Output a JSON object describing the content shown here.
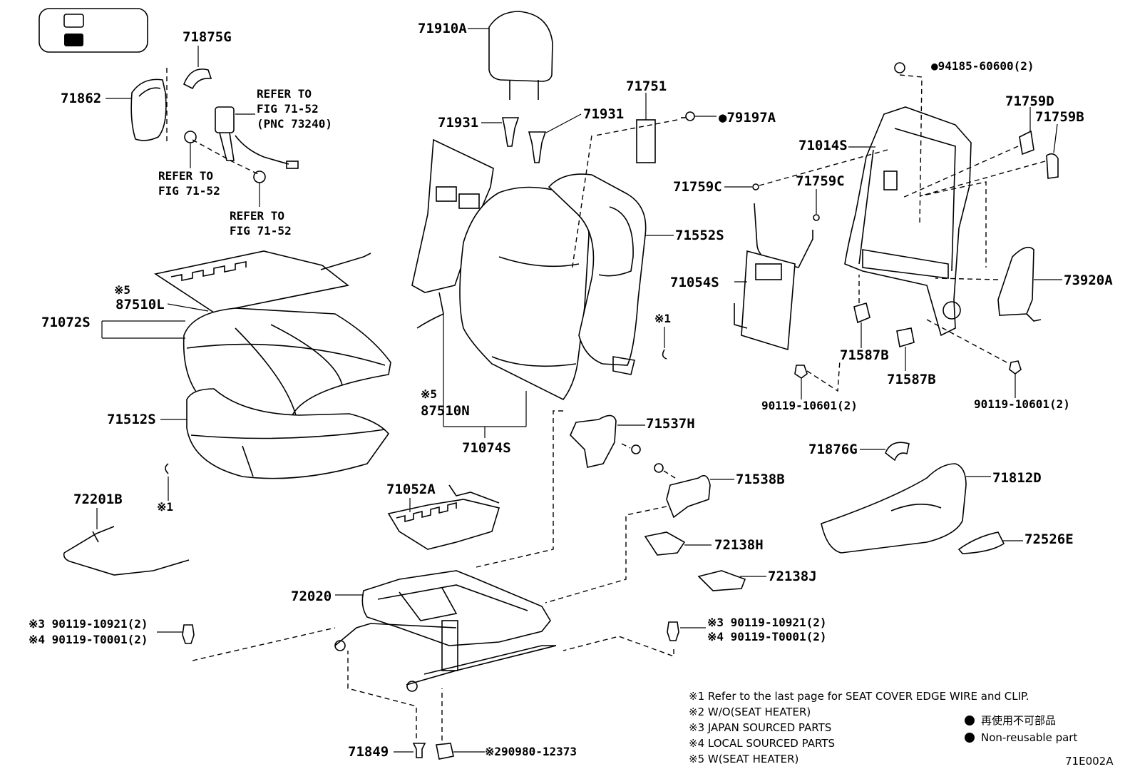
{
  "legend_box": {
    "items": [
      "",
      ""
    ]
  },
  "labels": {
    "p71875G": "71875G",
    "p71862": "71862",
    "refer1a": "REFER TO",
    "refer1b": "FIG 71-52",
    "refer1c": "(PNC 73240)",
    "refer2a": "REFER TO",
    "refer2b": "FIG 71-52",
    "refer3a": "REFER TO",
    "refer3b": "FIG 71-52",
    "p71910A": "71910A",
    "p71931a": "71931",
    "p71931b": "71931",
    "p71751": "71751",
    "p79197A": "●79197A",
    "p94185": "●94185-60600(2)",
    "p71759D": "71759D",
    "p71759B": "71759B",
    "p71014S": "71014S",
    "p71759Ca": "71759C",
    "p71759Cb": "71759C",
    "p71552S": "71552S",
    "p71054S": "71054S",
    "p73920A": "73920A",
    "x5a": "※5",
    "p87510L": "87510L",
    "p71072S": "71072S",
    "x1a": "※1",
    "p71587Ba": "71587B",
    "p71587Bb": "71587B",
    "x5b": "※5",
    "p87510N": "87510N",
    "p90119a": "90119-10601(2)",
    "p90119b": "90119-10601(2)",
    "p71512S": "71512S",
    "p71537H": "71537H",
    "p71074S": "71074S",
    "p71876G": "71876G",
    "p71812D": "71812D",
    "p71538B": "71538B",
    "p71052A": "71052A",
    "p72201B": "72201B",
    "x1b": "※1",
    "p72526E": "72526E",
    "p72138H": "72138H",
    "p72138J": "72138J",
    "p72020": "72020",
    "bolt_l1": "※3 90119-10921(2)",
    "bolt_l2": "※4 90119-T0001(2)",
    "bolt_r1": "※3 90119-10921(2)",
    "bolt_r2": "※4 90119-T0001(2)",
    "p71849": "71849",
    "p90980": "※290980-12373"
  },
  "notes": [
    "※1  Refer to the last page for SEAT COVER EDGE WIRE and CLIP.",
    "※2  W/O(SEAT HEATER)",
    "※3  JAPAN SOURCED PARTS",
    "※4  LOCAL SOURCED PARTS",
    "※5  W(SEAT HEATER)"
  ],
  "symbol_legend": {
    "jp": "再使用不可部品",
    "en": "Non-reusable part"
  },
  "figure_code": "71E002A"
}
